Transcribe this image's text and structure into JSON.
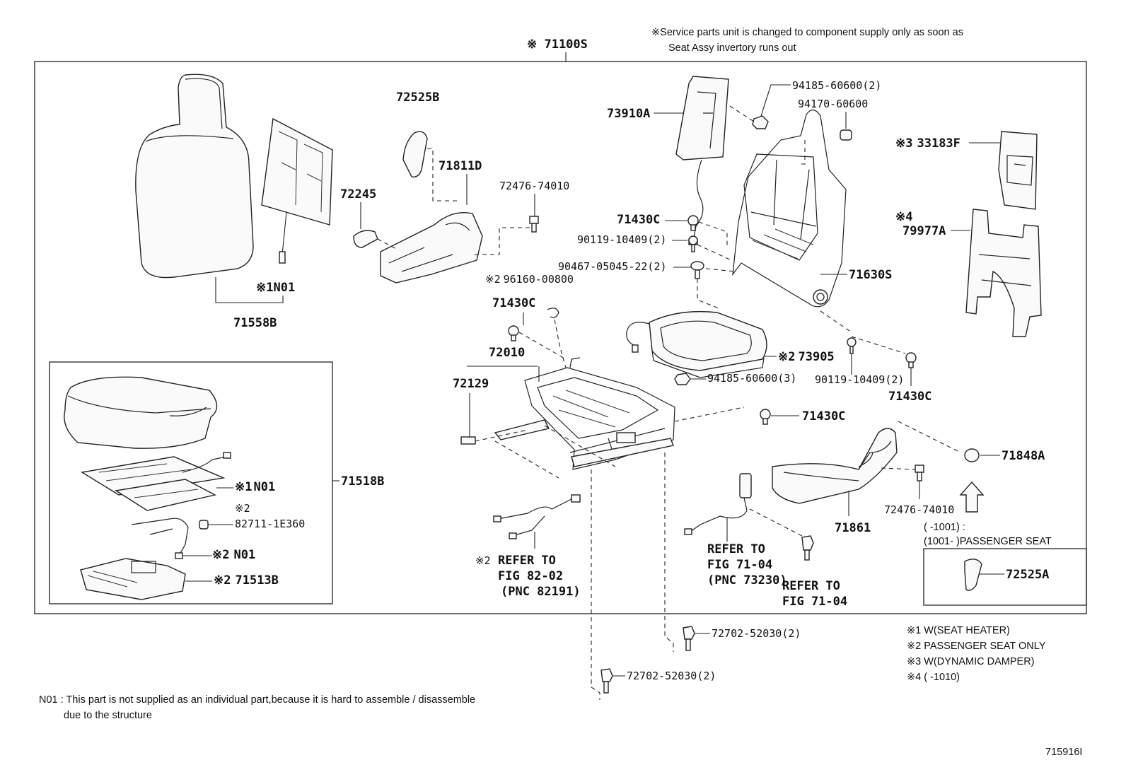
{
  "header_note": {
    "line1": "※Service parts unit is changed to component supply only as soon as",
    "line2": "Seat Assy invertory runs out"
  },
  "assembly_label": "※ 71100S",
  "parts": {
    "p71558B": "71558B",
    "p72525B": "72525B",
    "p71811D": "71811D",
    "p72476_74010_top": "72476-74010",
    "p72245": "72245",
    "p73910A": "73910A",
    "p94185_60600_2": "94185-60600(2)",
    "p94170_60600": "94170-60600",
    "p33183F": "33183F",
    "p79977A": "79977A",
    "p71430C_a": "71430C",
    "p90119_10409_2a": "90119-10409(2)",
    "p90467_05045_22": "90467-05045-22(2)",
    "p71630S": "71630S",
    "p96160_00800": "96160-00800",
    "p71430C_b": "71430C",
    "p72010": "72010",
    "p72129": "72129",
    "p73905": "73905",
    "p94185_60600_3": "94185-60600(3)",
    "p90119_10409_2b": "90119-10409(2)",
    "p71430C_c": "71430C",
    "p71430C_d": "71430C",
    "p71848A": "71848A",
    "p71518B": "71518B",
    "pN01_1": "N01",
    "p82711_1E360": "82711-1E360",
    "pN01_2": "N01",
    "p71513B": "71513B",
    "pN01_seatback": "N01",
    "p72476_74010_bottom": "72476-74010",
    "p71861": "71861",
    "p72525A": "72525A",
    "p72702_52030_a": "72702-52030(2)",
    "p72702_52030_b": "72702-52030(2)"
  },
  "marks": {
    "m1": "※1",
    "m2": "※2",
    "m3": "※3",
    "m4": "※4"
  },
  "refer": {
    "r1_line1": "REFER TO",
    "r1_line2": "FIG 82-02",
    "r1_line3": "(PNC 82191)",
    "r2_line1": "REFER TO",
    "r2_line2": "FIG 71-04",
    "r2_line3": "(PNC 73230)",
    "r3_line1": "REFER TO",
    "r3_line2": "FIG 71-04"
  },
  "passenger_box": {
    "line1": "(      -1001) :",
    "line2": "(1001-      )PASSENGER SEAT"
  },
  "legend": [
    "※1 W(SEAT HEATER)",
    "※2 PASSENGER SEAT ONLY",
    "※3 W(DYNAMIC DAMPER)",
    "※4 (      -1010)"
  ],
  "footer_note": {
    "line1": "N01 : This part is not supplied as an individual part,because it is hard to assemble / disassemble",
    "line2": "due to the structure"
  },
  "figure_id": "715916I"
}
